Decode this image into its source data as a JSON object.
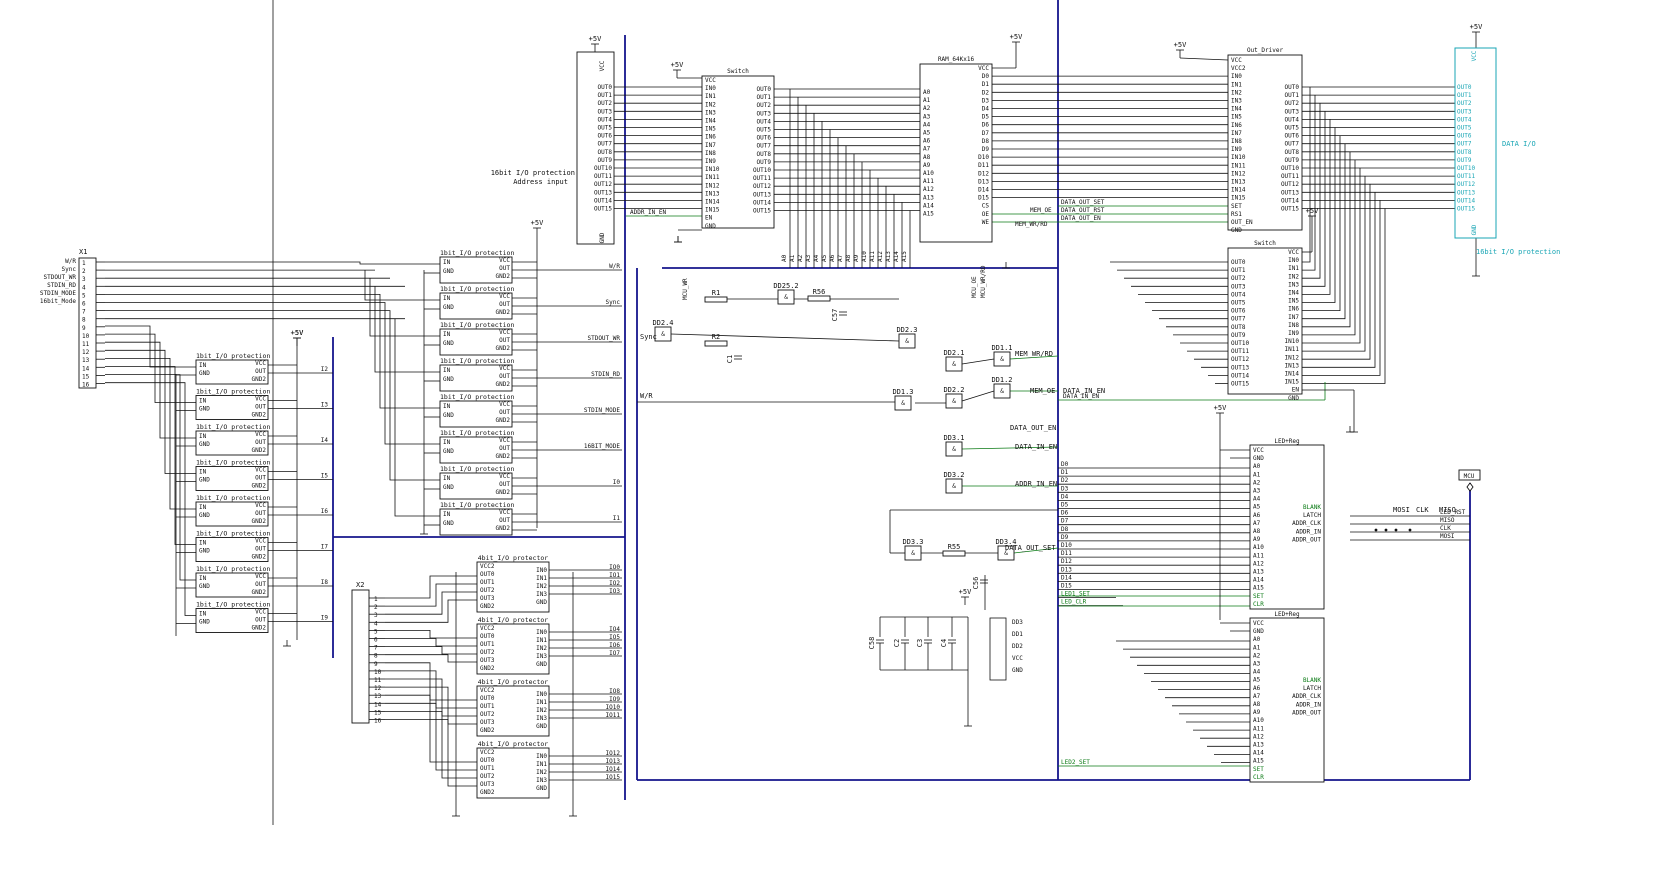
{
  "power": {
    "vcc": "+5V"
  },
  "x1": {
    "ref": "X1",
    "signals": [
      "W/R",
      "Sync",
      "STDOUT_WR",
      "STDIN_RD",
      "STDIN_MODE",
      "16bit_Mode"
    ],
    "pins": [
      "1",
      "2",
      "3",
      "4",
      "5",
      "6",
      "7",
      "8",
      "9",
      "10",
      "11",
      "12",
      "13",
      "14",
      "15",
      "16"
    ]
  },
  "x2": {
    "ref": "X2",
    "pins": [
      "1",
      "2",
      "3",
      "4",
      "5",
      "6",
      "7",
      "8",
      "9",
      "10",
      "11",
      "12",
      "13",
      "14",
      "15",
      "16"
    ]
  },
  "prot1": {
    "title": "1bit_I/O protection",
    "pins": [
      "IN",
      "GND",
      "VCC",
      "OUT",
      "GND2"
    ],
    "outsRight": [
      "W/R",
      "Sync",
      "STDOUT_WR",
      "STDIN_RD",
      "STDIN_MODE",
      "16BIT_MODE",
      "I0",
      "I1"
    ],
    "outsLeft": [
      "I2",
      "I3",
      "I4",
      "I5",
      "I6",
      "I7",
      "I8",
      "I9"
    ]
  },
  "prot4": {
    "title": "4bit_I/O protector",
    "pinsL": [
      "VCC2",
      "OUT0",
      "OUT1",
      "OUT2",
      "OUT3",
      "GND2"
    ],
    "pinsR": [
      "IN0",
      "IN1",
      "IN2",
      "IN3",
      "GND"
    ],
    "outs": [
      "IO0",
      "IO1",
      "IO2",
      "IO3",
      "IO4",
      "IO5",
      "IO6",
      "IO7",
      "IO8",
      "IO9",
      "IO10",
      "IO11",
      "IO12",
      "IO13",
      "IO14",
      "IO15"
    ]
  },
  "prot16": {
    "lines": [
      "16bit I/O protection",
      "Address input"
    ],
    "pins": [
      "VCC",
      "GND",
      "OUT0",
      "OUT1",
      "OUT2",
      "OUT3",
      "OUT4",
      "OUT5",
      "OUT6",
      "OUT7",
      "OUT8",
      "OUT9",
      "OUT10",
      "OUT11",
      "OUT12",
      "OUT13",
      "OUT14",
      "OUT15"
    ]
  },
  "sw1": {
    "title": "Switch",
    "inPins": [
      "VCC",
      "IN0",
      "IN1",
      "IN2",
      "IN3",
      "IN4",
      "IN5",
      "IN6",
      "IN7",
      "IN8",
      "IN9",
      "IN10",
      "IN11",
      "IN12",
      "IN13",
      "IN14",
      "IN15",
      "EN",
      "GND"
    ],
    "outPins": [
      "OUT0",
      "OUT1",
      "OUT2",
      "OUT3",
      "OUT4",
      "OUT5",
      "OUT6",
      "OUT7",
      "OUT8",
      "OUT9",
      "OUT10",
      "OUT11",
      "OUT12",
      "OUT13",
      "OUT14",
      "OUT15"
    ],
    "en": "ADDR_IN_EN"
  },
  "ram": {
    "title": "RAM_64Kx16",
    "apins": [
      "A0",
      "A1",
      "A2",
      "A3",
      "A4",
      "A5",
      "A6",
      "A7",
      "A8",
      "A9",
      "A10",
      "A11",
      "A12",
      "A13",
      "A14",
      "A15"
    ],
    "dpins": [
      "VCC",
      "D0",
      "D1",
      "D2",
      "D3",
      "D4",
      "D5",
      "D6",
      "D7",
      "D8",
      "D9",
      "D10",
      "D11",
      "D12",
      "D13",
      "D14",
      "D15",
      "CS",
      "OE",
      "WE"
    ],
    "bottom": [
      "A0",
      "A1",
      "A2",
      "A3",
      "A4",
      "A5",
      "A6",
      "A7",
      "A8",
      "A9",
      "A10",
      "A11",
      "A12",
      "A13",
      "A14",
      "A15"
    ],
    "ctrl": [
      "MEM_OE",
      "MEM_WR/RD"
    ]
  },
  "outdrv": {
    "title": "Out_Driver",
    "pinsL": [
      "VCC",
      "VCC2",
      "IN0",
      "IN1",
      "IN2",
      "IN3",
      "IN4",
      "IN5",
      "IN6",
      "IN7",
      "IN8",
      "IN9",
      "IN10",
      "IN11",
      "IN12",
      "IN13",
      "IN14",
      "IN15",
      "SET",
      "RS1",
      "OUT_EN",
      "GND"
    ],
    "pinsR": [
      "OUT0",
      "OUT1",
      "OUT2",
      "OUT3",
      "OUT4",
      "OUT5",
      "OUT6",
      "OUT7",
      "OUT8",
      "OUT9",
      "OUT10",
      "OUT11",
      "OUT12",
      "OUT13",
      "OUT14",
      "OUT15"
    ],
    "ctrl": [
      "DATA_OUT_SET",
      "DATA_OUT_RST",
      "DATA_OUT_EN"
    ]
  },
  "dataio": {
    "label": "DATA I/O",
    "sub": "16bit I/O protection",
    "pins": [
      "OUT0",
      "OUT1",
      "OUT2",
      "OUT3",
      "OUT4",
      "OUT5",
      "OUT6",
      "OUT7",
      "OUT8",
      "OUT9",
      "OUT10",
      "OUT11",
      "OUT12",
      "OUT13",
      "OUT14",
      "OUT15"
    ],
    "top": "VCC",
    "bottom": "GND"
  },
  "sw2": {
    "title": "Switch",
    "pinsR": [
      "VCC",
      "IN0",
      "IN1",
      "IN2",
      "IN3",
      "IN4",
      "IN5",
      "IN6",
      "IN7",
      "IN8",
      "IN9",
      "IN10",
      "IN11",
      "IN12",
      "IN13",
      "IN14",
      "IN15",
      "EN",
      "GND"
    ],
    "pinsL": [
      "OUT0",
      "OUT1",
      "OUT2",
      "OUT3",
      "OUT4",
      "OUT5",
      "OUT6",
      "OUT7",
      "OUT8",
      "OUT9",
      "OUT10",
      "OUT11",
      "OUT12",
      "OUT13",
      "OUT14",
      "OUT15"
    ],
    "ctrl": "DATA_IN_EN"
  },
  "led": {
    "title": "LED+Reg",
    "pinsL": [
      "VCC",
      "GND",
      "A0",
      "A1",
      "A2",
      "A3",
      "A4",
      "A5",
      "A6",
      "A7",
      "A8",
      "A9",
      "A10",
      "A11",
      "A12",
      "A13",
      "A14",
      "A15",
      "SET",
      "CLR"
    ],
    "pinsR": [
      "BLANK",
      "LATCH",
      "ADDR_CLK",
      "ADDR_IN",
      "ADDR_OUT"
    ],
    "left1": [
      "D0",
      "D1",
      "D2",
      "D3",
      "D4",
      "D5",
      "D6",
      "D7",
      "D8",
      "D9",
      "D10",
      "D11",
      "D12",
      "D13",
      "D14",
      "D15",
      "LED1_SET",
      "LED_CLR"
    ],
    "set2": "LED2_SET"
  },
  "mcu": {
    "label": "MCU",
    "spi": [
      "MOSI",
      "CLK",
      "MISO"
    ],
    "pins": [
      "LED_RST",
      "MISO",
      "CLK",
      "MOSI"
    ]
  },
  "logic": {
    "gates": [
      "DD2.4",
      "DD2.3",
      "DD2.1",
      "DD2.2",
      "DD1.1",
      "DD1.2",
      "DD1.3",
      "DD3.1",
      "DD3.2",
      "DD3.3",
      "DD3.4",
      "DD25.2"
    ],
    "res": [
      "R1",
      "R2",
      "R56",
      "R55"
    ],
    "caps": [
      "C1",
      "C57",
      "C56",
      "C58",
      "C2",
      "C3",
      "C4"
    ],
    "labels": [
      "MCU_WR",
      "Sync",
      "W/R",
      "MCU_OE",
      "MCU_WR/RD",
      "MEM_WR/RD",
      "MEM_OE",
      "DATA_IN_EN",
      "DATA_OUT_EN",
      "DATA_IN_EN",
      "ADDR_IN_EN",
      "DATA_OUT_SET"
    ],
    "pw": [
      "DD3",
      "DD1",
      "DD2",
      "VCC",
      "GND"
    ]
  }
}
